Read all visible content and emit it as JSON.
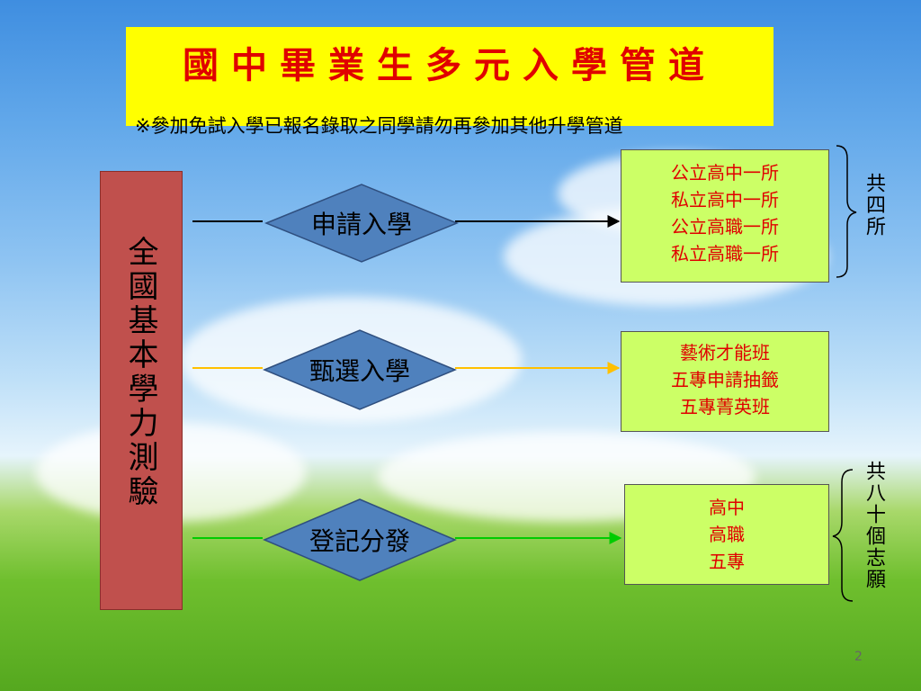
{
  "slide": {
    "title": "國中畢業生多元入學管道",
    "subtitle": "※參加免試入學已報名錄取之同學請勿再參加其他升學管道",
    "left_bar": "全國基本學力測驗",
    "channels": [
      {
        "label": "申請入學",
        "line_color": "#000000"
      },
      {
        "label": "甄選入學",
        "line_color": "#ffc000"
      },
      {
        "label": "登記分發",
        "line_color": "#00cc00"
      }
    ],
    "results": [
      {
        "lines": [
          "公立高中一所",
          "私立高中一所",
          "公立高職一所",
          "私立高職一所"
        ]
      },
      {
        "lines": [
          "藝術才能班",
          "五專申請抽籤",
          "五專菁英班"
        ]
      },
      {
        "lines": [
          "高中",
          "高職",
          "五專"
        ]
      }
    ],
    "count_note_1": "共四所",
    "count_note_2": "共八十個志願",
    "page_number": "2",
    "colors": {
      "title_bg": "#ffff00",
      "title_text": "#e00000",
      "left_bar": "#c0504d",
      "diamond_fill": "#4f81bd",
      "result_bg": "#ccff66",
      "result_text": "#e00000"
    }
  }
}
